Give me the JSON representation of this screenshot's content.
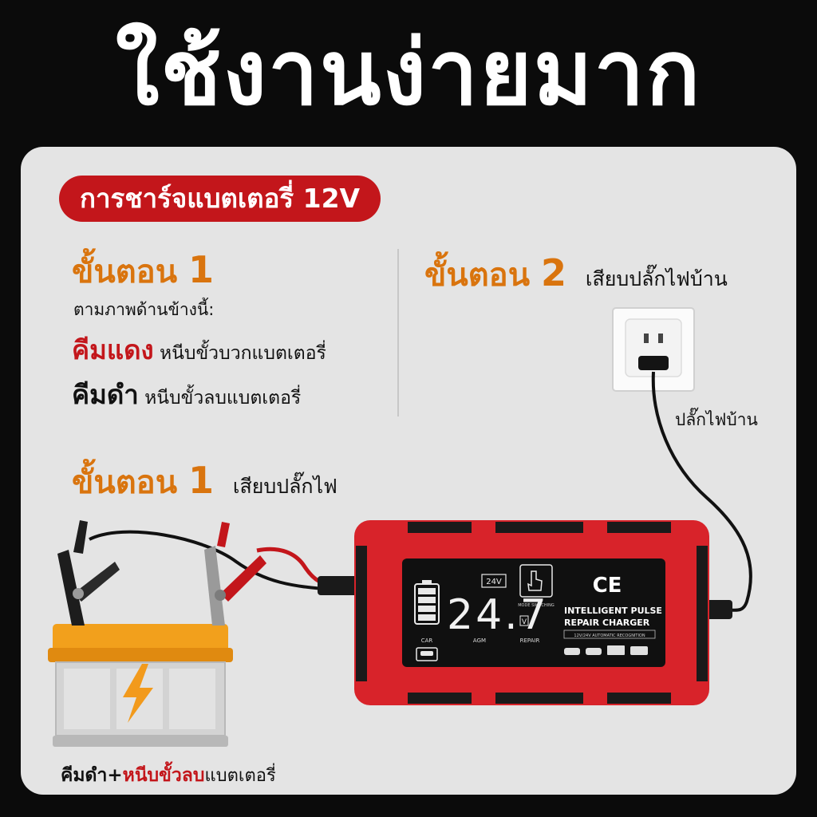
{
  "headline": "ใช้งานง่ายมาก",
  "pill_title": "การชาร์จแบตเตอรี่ 12V",
  "step1": {
    "title_word": "ขั้นตอน",
    "title_num": "1",
    "hint": "ตามภาพด้านข้างนี้:",
    "red_clamp_label": "คีมแดง",
    "red_clamp_text": "หนีบขั้วบวกแบตเตอรี่",
    "black_clamp_label": "คีมดำ",
    "black_clamp_text": "หนีบขั้วลบแบตเตอรี่"
  },
  "step2": {
    "title_word": "ขั้นตอน",
    "title_num": "2",
    "subtitle": "เสียบปลั๊กไฟบ้าน"
  },
  "step3": {
    "title_word": "ขั้นตอน",
    "title_num": "1",
    "subtitle": "เสียบปลั๊กไฟ"
  },
  "cable_label": "ปลั๊กไฟบ้าน",
  "bottom_caption": {
    "part1": "คีมดำ+",
    "part2": "หนีบขั้วลบ",
    "part3": "แบตเตอรี่"
  },
  "charger": {
    "voltage_badge": "24V",
    "display_value": "24.7",
    "display_unit": "V",
    "ce_mark": "CE",
    "mode_button_caption": "MODE SWITCHING",
    "brand_line1": "INTELLIGENT PULSE",
    "brand_line2": "REPAIR CHARGER",
    "feature_strip": "12V/24V AUTOMATIC RECOGNITION",
    "mode_car": "CAR",
    "mode_agm": "AGM",
    "mode_repair": "REPAIR"
  },
  "colors": {
    "accent_red": "#c3161b",
    "step_orange": "#d9740e",
    "charger_red": "#d8232a",
    "battery_orange": "#f2a01c",
    "panel_bg": "#e4e4e4",
    "page_bg": "#0b0b0b"
  },
  "icons": [
    "lightning-icon",
    "hand-touch-icon",
    "battery-level-icon",
    "car-icon",
    "vehicle-icons"
  ]
}
